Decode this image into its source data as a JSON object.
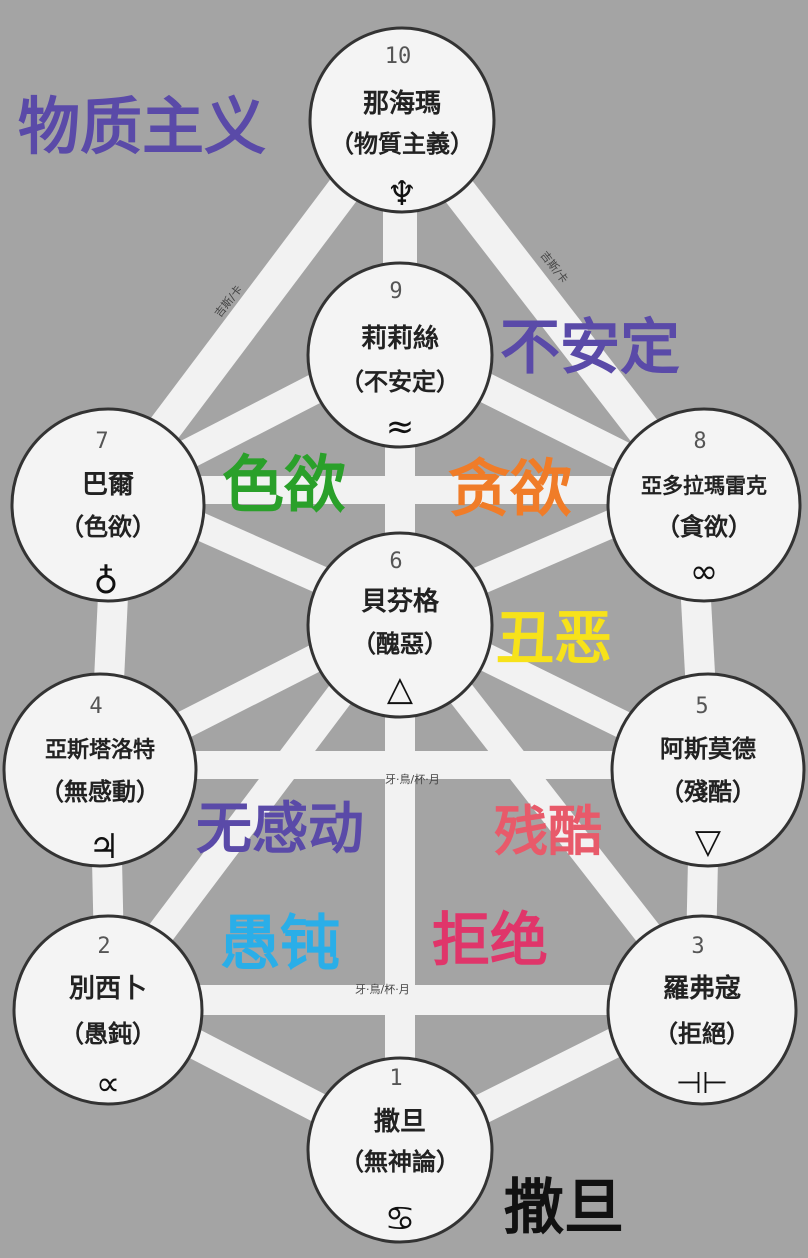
{
  "nodes": [
    {
      "id": "n10",
      "num": "10",
      "name": "那海瑪",
      "sub": "（物質主義）",
      "glyph": "♆"
    },
    {
      "id": "n9",
      "num": "9",
      "name": "莉莉絲",
      "sub": "（不安定）",
      "glyph": "≈"
    },
    {
      "id": "n7",
      "num": "7",
      "name": "巴爾",
      "sub": "（色欲）",
      "glyph": "♁"
    },
    {
      "id": "n8",
      "num": "8",
      "name": "亞多拉瑪雷克",
      "sub": "（貪欲）",
      "glyph": "∞"
    },
    {
      "id": "n6",
      "num": "6",
      "name": "貝芬格",
      "sub": "（醜惡）",
      "glyph": "△"
    },
    {
      "id": "n4",
      "num": "4",
      "name": "亞斯塔洛特",
      "sub": "（無感動）",
      "glyph": "♃"
    },
    {
      "id": "n5",
      "num": "5",
      "name": "阿斯莫德",
      "sub": "（殘酷）",
      "glyph": "▽"
    },
    {
      "id": "n2",
      "num": "2",
      "name": "別西卜",
      "sub": "（愚鈍）",
      "glyph": "∝"
    },
    {
      "id": "n3",
      "num": "3",
      "name": "羅弗寇",
      "sub": "（拒絕）",
      "glyph": "⊣⊢"
    },
    {
      "id": "n1",
      "num": "1",
      "name": "撒旦",
      "sub": "（無神論）",
      "glyph": "♋"
    }
  ],
  "path_labels": [
    "吉斯/卡",
    "吉斯/卡",
    "牙·鳥/杯·月",
    "牙·鳥/杯·月"
  ],
  "annotations": [
    {
      "id": "materialism",
      "text": "物质主义",
      "color": "#5a4aa8"
    },
    {
      "id": "unstable",
      "text": "不安定",
      "color": "#5a4aa8"
    },
    {
      "id": "lust",
      "text": "色欲",
      "color": "#2aa02a"
    },
    {
      "id": "greed",
      "text": "贪欲",
      "color": "#f07c28"
    },
    {
      "id": "ugly",
      "text": "丑恶",
      "color": "#f7e21a"
    },
    {
      "id": "apathy",
      "text": "无感动",
      "color": "#5a4aa8"
    },
    {
      "id": "cruelty",
      "text": "残酷",
      "color": "#e85a6a"
    },
    {
      "id": "dull",
      "text": "愚钝",
      "color": "#2aaee8"
    },
    {
      "id": "reject",
      "text": "拒绝",
      "color": "#e0356a"
    },
    {
      "id": "satan",
      "text": "撒旦",
      "color": "#111111"
    }
  ]
}
